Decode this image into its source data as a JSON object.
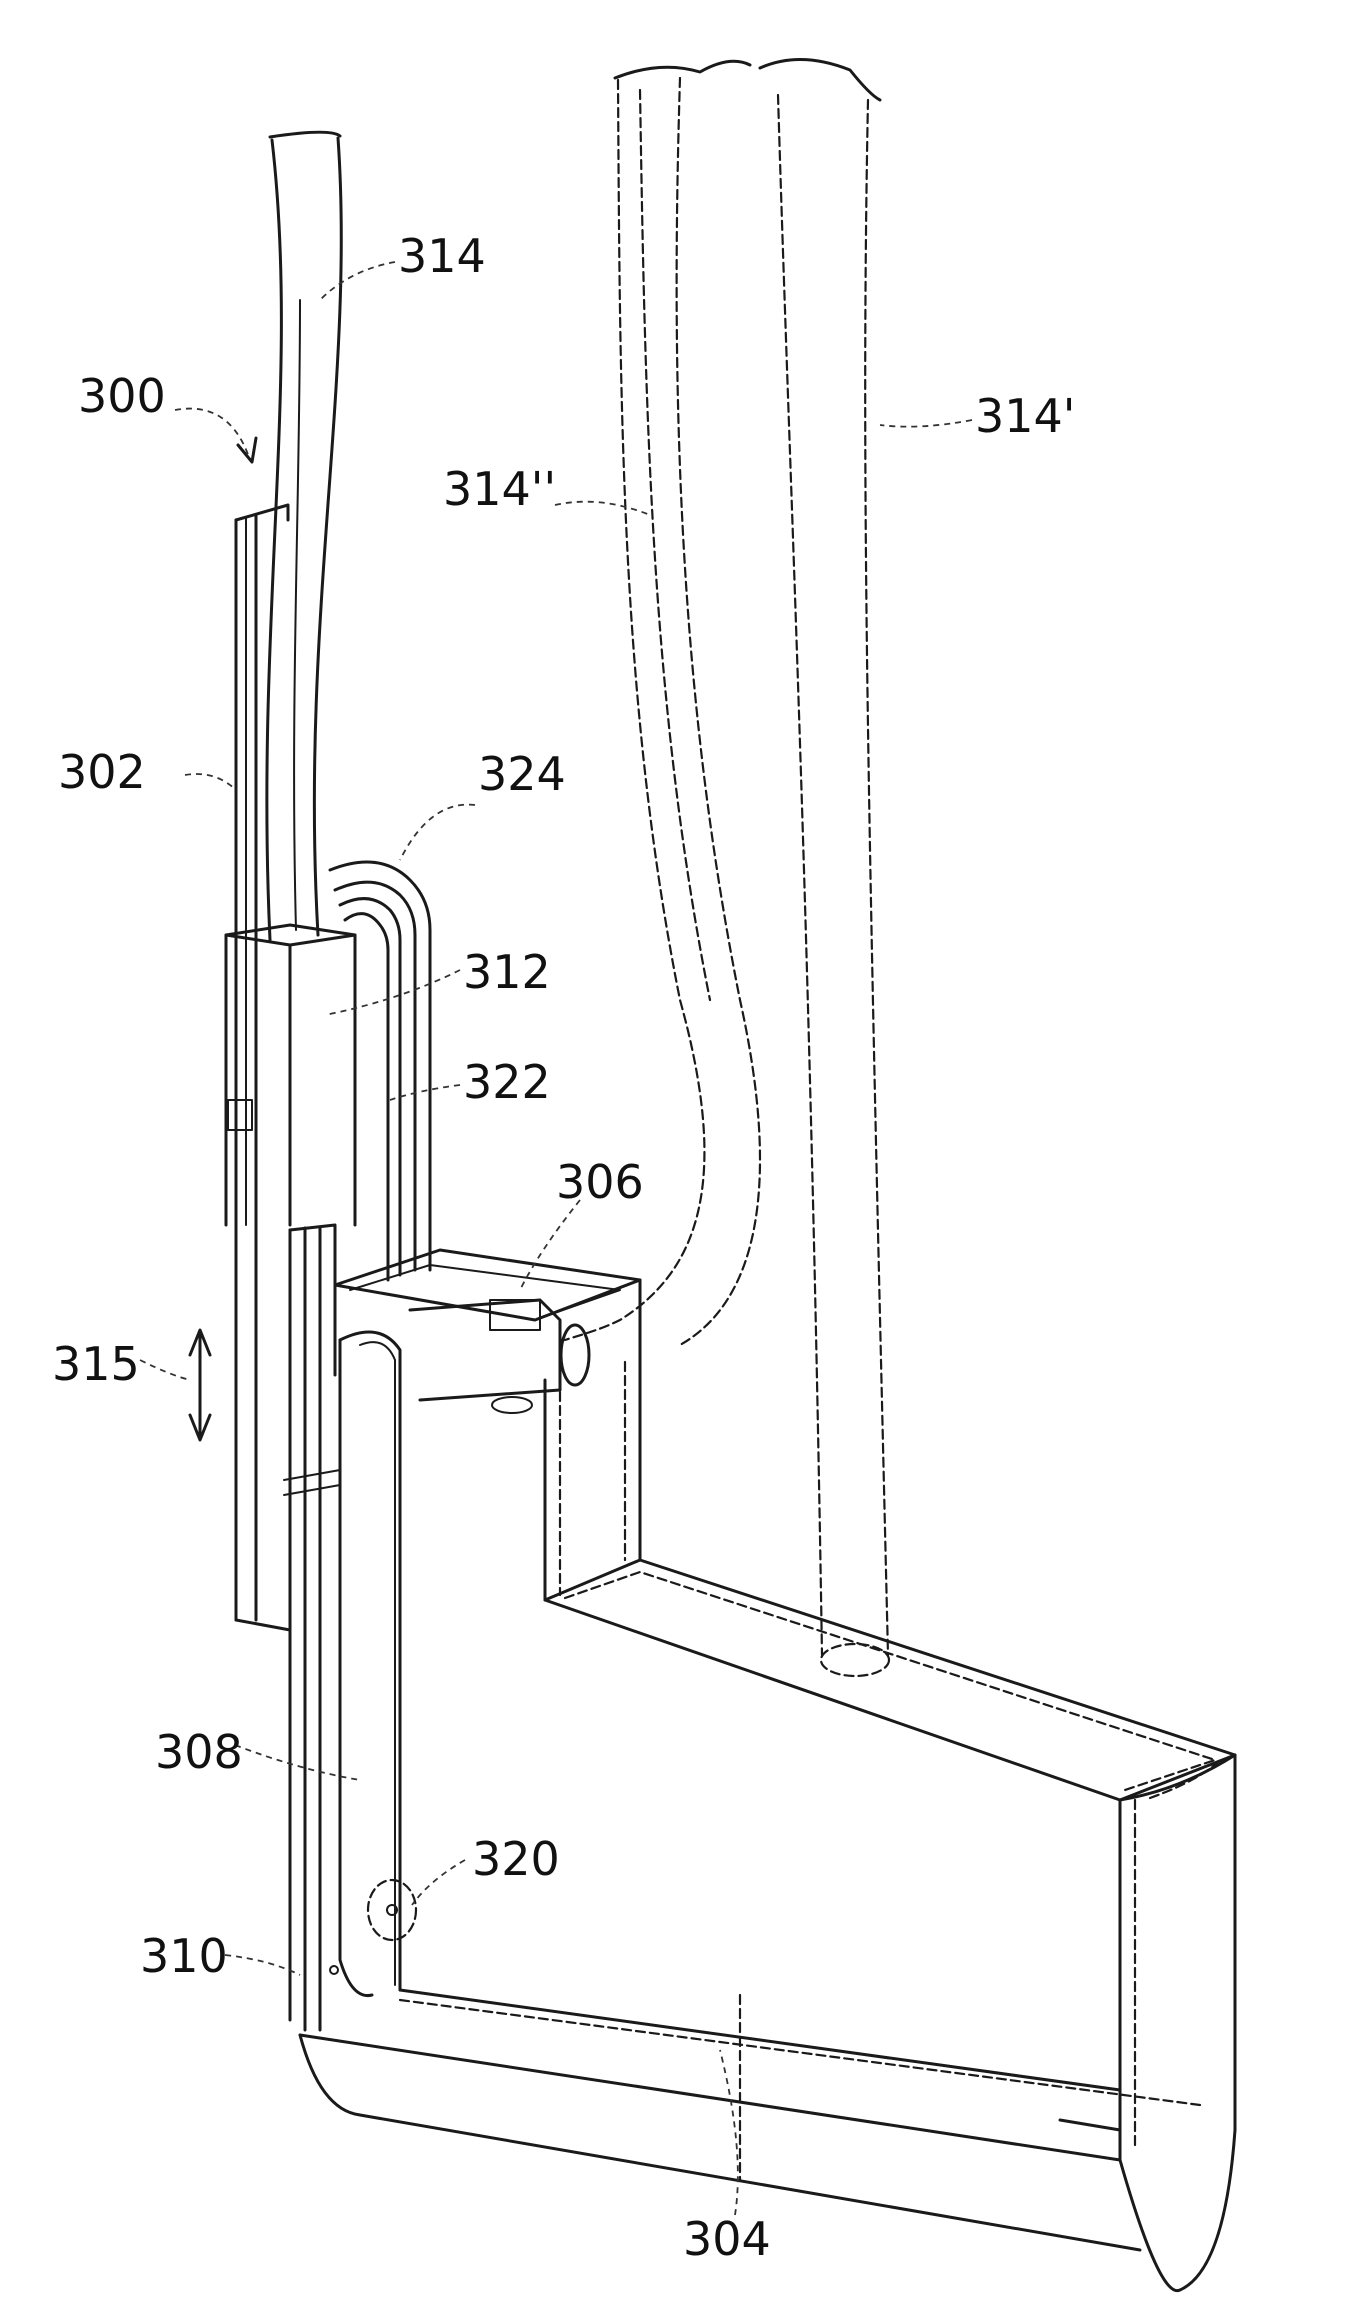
{
  "figure": {
    "labels": {
      "l300": "300",
      "l314": "314",
      "l314p": "314'",
      "l314pp": "314''",
      "l302": "302",
      "l324": "324",
      "l312": "312",
      "l322": "322",
      "l306": "306",
      "l315": "315",
      "l308": "308",
      "l320": "320",
      "l310": "310",
      "l304": "304"
    }
  },
  "colors": {
    "line": "#1a1a1a",
    "background": "#ffffff"
  }
}
